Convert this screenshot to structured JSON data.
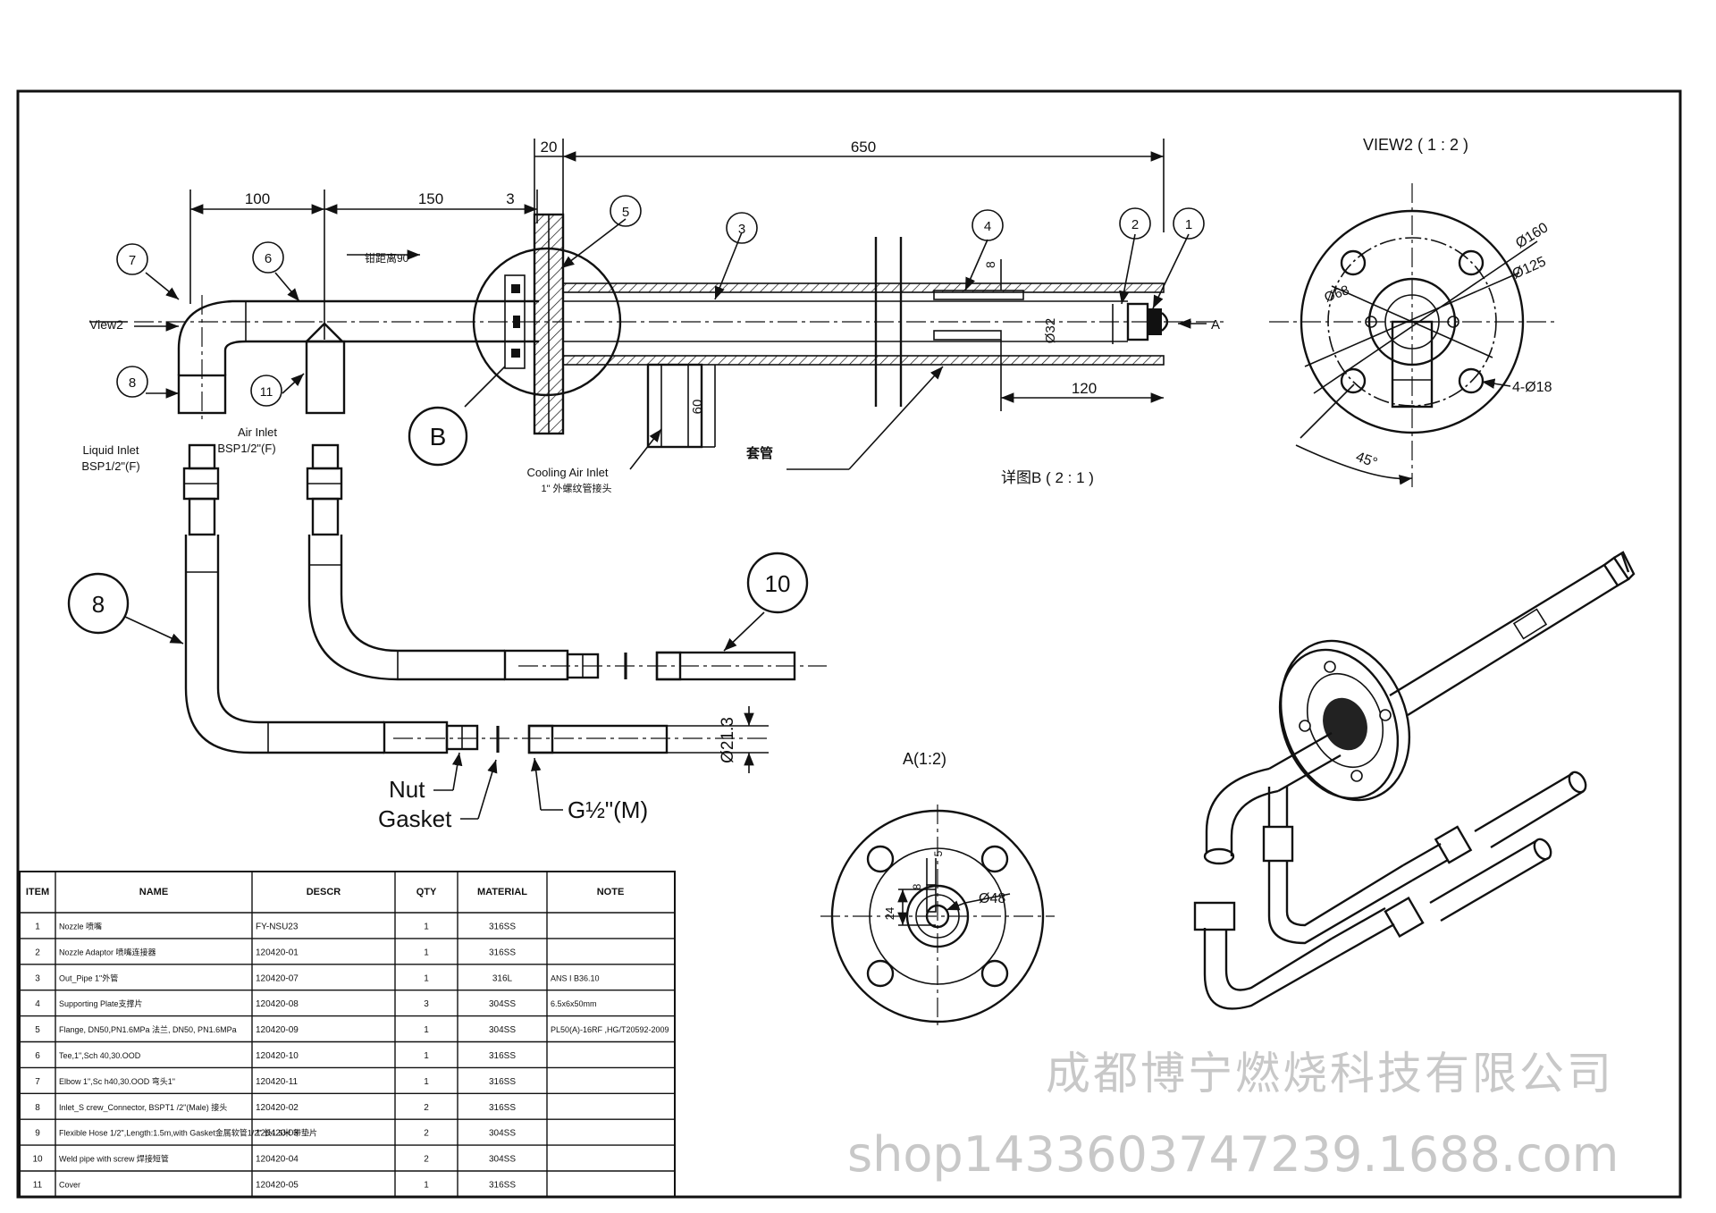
{
  "dimensions": {
    "d100": "100",
    "d150": "150",
    "d3": "3",
    "d20": "20",
    "d650": "650",
    "d8": "8",
    "d32": "Ø32",
    "d120": "120",
    "d60": "60",
    "d160": "Ø160",
    "d125": "Ø125",
    "d68": "Ø68",
    "d18": "4-Ø18",
    "d45": "45°",
    "d48": "Ø48",
    "d24": "24",
    "d8b": "8",
    "d5": "5",
    "d213": "Ø21.3"
  },
  "labels": {
    "view2_arrow": "View2",
    "side_note": "钳距离90",
    "liquid_inlet_1": "Liquid Inlet",
    "liquid_inlet_2": "BSP1/2\"(F)",
    "air_inlet_1": "Air Inlet",
    "air_inlet_2": "BSP1/2\"(F)",
    "cooling_1": "Cooling Air Inlet",
    "cooling_2": "1\"  外螺纹管接头",
    "sleeve": "套管",
    "view_a_marker": "A",
    "view2_title": "VIEW2 ( 1 : 2 )",
    "detail_b_title": "详图B ( 2 : 1 )",
    "view_a_title": "A(1:2)",
    "nut": "Nut",
    "gasket": "Gasket",
    "g_half": "G½\"(M)"
  },
  "balloons": {
    "b1": "1",
    "b2": "2",
    "b3": "3",
    "b4": "4",
    "b5": "5",
    "b6": "6",
    "b7": "7",
    "b8": "8",
    "b11": "11",
    "bB": "B",
    "b8big": "8",
    "b10big": "10"
  },
  "bom": {
    "headers": [
      "ITEM",
      "NAME",
      "DESCR",
      "QTY",
      "MATERIAL",
      "NOTE"
    ],
    "rows": [
      [
        "1",
        "Nozzle 喷嘴",
        "FY-NSU23",
        "1",
        "316SS",
        ""
      ],
      [
        "2",
        "Nozzle Adaptor 喷嘴连接器",
        "120420-01",
        "1",
        "316SS",
        ""
      ],
      [
        "3",
        "Out_Pipe 1\"外管",
        "120420-07",
        "1",
        "316L",
        "ANS I B36.10"
      ],
      [
        "4",
        "Supporting Plate支撑片",
        "120420-08",
        "3",
        "304SS",
        "6.5x6x50mm"
      ],
      [
        "5",
        "Flange, DN50,PN1.6MPa  法兰, DN50, PN1.6MPa",
        "120420-09",
        "1",
        "304SS",
        "PL50(A)-16RF ,HG/T20592-2009"
      ],
      [
        "6",
        "Tee,1\",Sch  40,30.OOD",
        "120420-10",
        "1",
        "316SS",
        ""
      ],
      [
        "7",
        "Elbow 1\",Sc  h40,30.OOD 弯头1\"",
        "120420-11",
        "1",
        "316SS",
        ""
      ],
      [
        "8",
        "Inlet_S  crew_Connector, BSPT1  /2\"(Male) 接头",
        "120420-02",
        "2",
        "316SS",
        ""
      ],
      [
        "9",
        "Flexible Hose 1/2\",Length:1.5m,with Gasket金属软管1/2\" 长1.5米 带垫片",
        "120420-03",
        "2",
        "304SS",
        ""
      ],
      [
        "10",
        "Weld pipe with screw 焊接短管",
        "120420-04",
        "2",
        "304SS",
        ""
      ],
      [
        "11",
        "Cover",
        "120420-05",
        "1",
        "316SS",
        ""
      ]
    ]
  },
  "watermark": {
    "company": "成都博宁燃烧科技有限公司",
    "shop": "shop1433603747239.1688.com"
  }
}
